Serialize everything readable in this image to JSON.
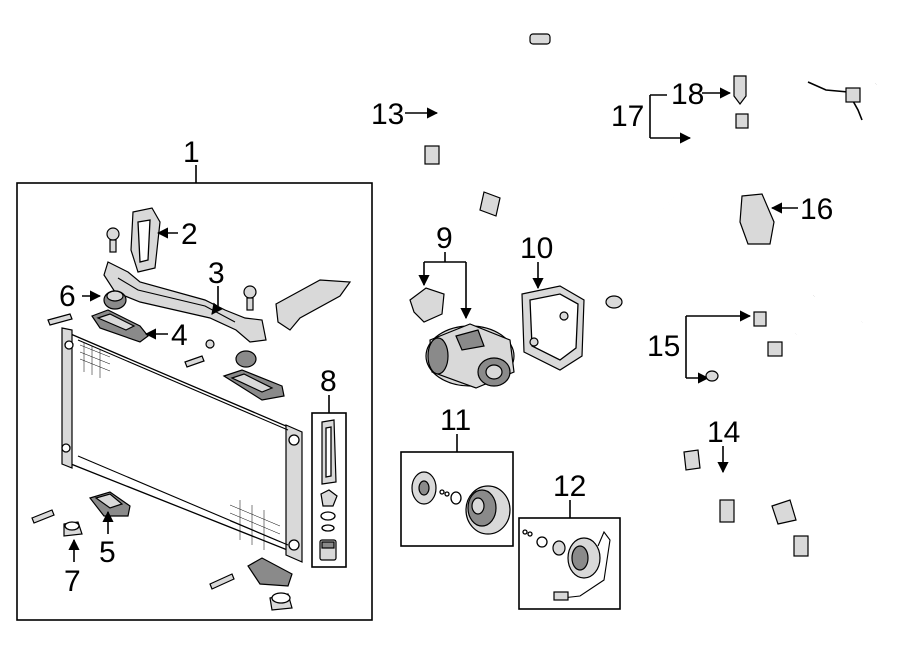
{
  "callouts": [
    {
      "id": "1",
      "label": "1"
    },
    {
      "id": "2",
      "label": "2"
    },
    {
      "id": "3",
      "label": "3"
    },
    {
      "id": "4",
      "label": "4"
    },
    {
      "id": "5",
      "label": "5"
    },
    {
      "id": "6",
      "label": "6"
    },
    {
      "id": "7",
      "label": "7"
    },
    {
      "id": "8",
      "label": "8"
    },
    {
      "id": "9",
      "label": "9"
    },
    {
      "id": "10",
      "label": "10"
    },
    {
      "id": "11",
      "label": "11"
    },
    {
      "id": "12",
      "label": "12"
    },
    {
      "id": "13",
      "label": "13"
    },
    {
      "id": "14",
      "label": "14"
    },
    {
      "id": "15",
      "label": "15"
    },
    {
      "id": "16",
      "label": "16"
    },
    {
      "id": "17",
      "label": "17"
    },
    {
      "id": "18",
      "label": "18"
    }
  ],
  "colors": {
    "line": "#000000",
    "background": "#ffffff",
    "part_fill": "#d9d9d9",
    "part_shade": "#8a8a8a"
  }
}
